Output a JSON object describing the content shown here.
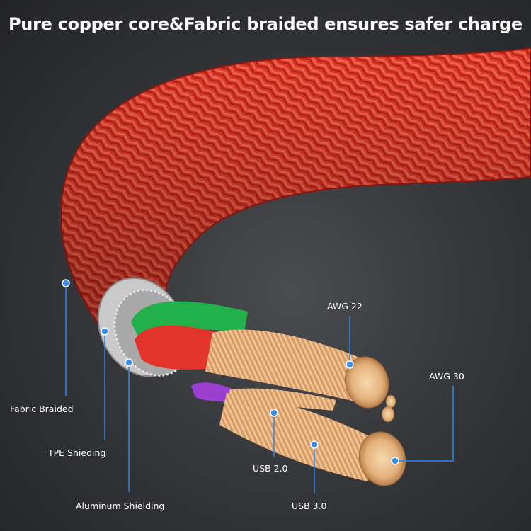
{
  "headline": "Pure copper core&Fabric braided ensures safer charge",
  "labels": {
    "fabric_braided": "Fabric Braided",
    "tpe_shielding": "TPE Shieding",
    "aluminum_shielding": "Aluminum Shielding",
    "awg22": "AWG 22",
    "awg30": "AWG 30",
    "usb20": "USB 2.0",
    "usb30": "USB 3.0"
  },
  "colors": {
    "braid": "#e8362a",
    "braid_dark": "#b71d16",
    "copper": "#d9a06a",
    "callout_line": "#2f86e8",
    "callout_dot": "#3a8ff0",
    "core_green": "#22b04a",
    "core_red": "#e2342c",
    "core_purple": "#9b3fd0"
  }
}
